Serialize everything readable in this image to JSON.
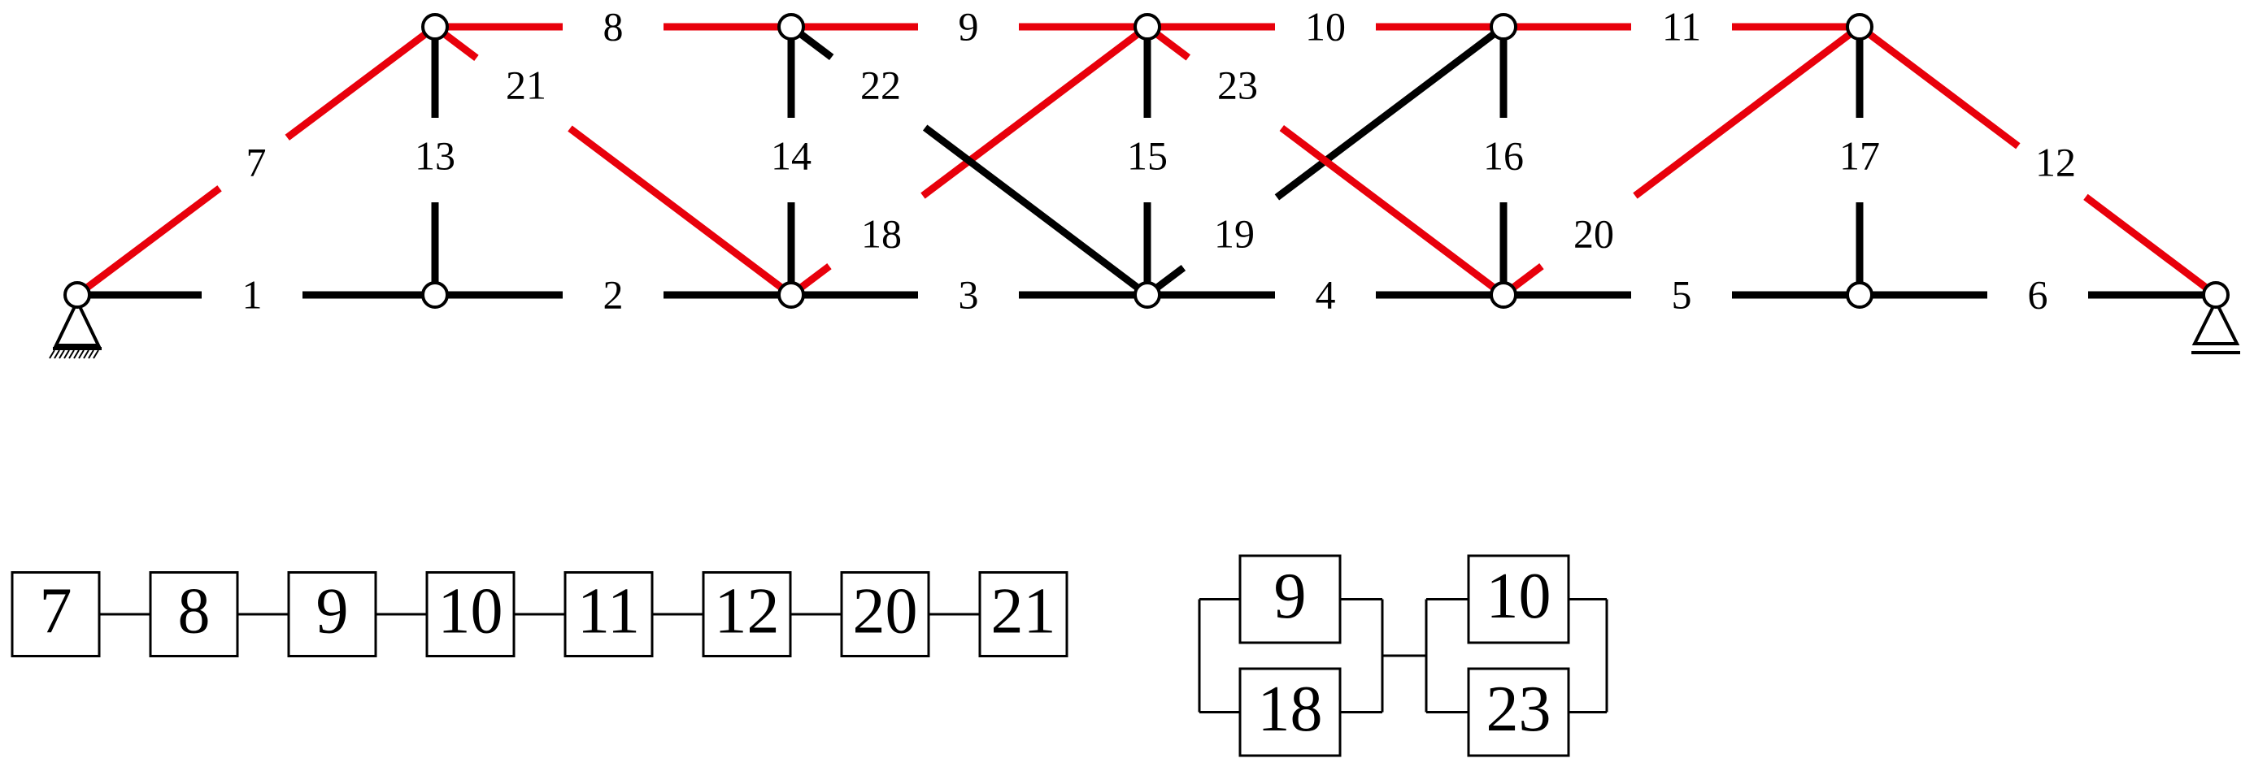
{
  "colors": {
    "highlight": "#e8000b",
    "normal": "#000000"
  },
  "truss": {
    "members": [
      {
        "id": "1",
        "highlighted": false
      },
      {
        "id": "2",
        "highlighted": false
      },
      {
        "id": "3",
        "highlighted": false
      },
      {
        "id": "4",
        "highlighted": false
      },
      {
        "id": "5",
        "highlighted": false
      },
      {
        "id": "6",
        "highlighted": false
      },
      {
        "id": "7",
        "highlighted": true
      },
      {
        "id": "8",
        "highlighted": true
      },
      {
        "id": "9",
        "highlighted": true
      },
      {
        "id": "10",
        "highlighted": true
      },
      {
        "id": "11",
        "highlighted": true
      },
      {
        "id": "12",
        "highlighted": true
      },
      {
        "id": "13",
        "highlighted": false
      },
      {
        "id": "14",
        "highlighted": false
      },
      {
        "id": "15",
        "highlighted": false
      },
      {
        "id": "16",
        "highlighted": false
      },
      {
        "id": "17",
        "highlighted": false
      },
      {
        "id": "18",
        "highlighted": true
      },
      {
        "id": "19",
        "highlighted": false
      },
      {
        "id": "20",
        "highlighted": true
      },
      {
        "id": "21",
        "highlighted": true
      },
      {
        "id": "22",
        "highlighted": false
      },
      {
        "id": "23",
        "highlighted": true
      }
    ],
    "supports": [
      "pinned",
      "roller"
    ]
  },
  "series_chain": [
    "7",
    "8",
    "9",
    "10",
    "11",
    "12",
    "20",
    "21"
  ],
  "parallel_groups": [
    [
      "9",
      "18"
    ],
    [
      "10",
      "23"
    ]
  ]
}
